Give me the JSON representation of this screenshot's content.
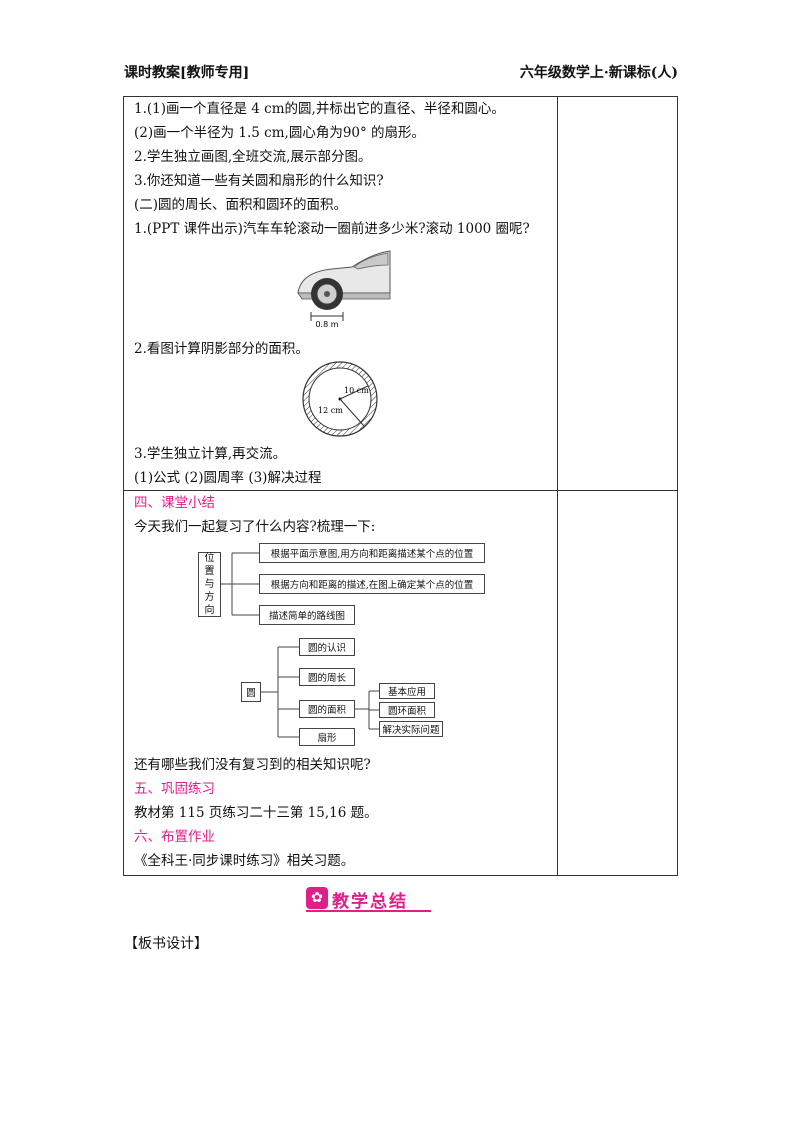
{
  "header": {
    "left": "课时教案[教师专用]",
    "right": "六年级数学上·新课标(人)"
  },
  "lines": {
    "l1": "1.(1)画一个直径是 4 cm的圆,并标出它的直径、半径和圆心。",
    "l2": "(2)画一个半径为 1.5 cm,圆心角为90° 的扇形。",
    "l3": "2.学生独立画图,全班交流,展示部分图。",
    "l4": "3.你还知道一些有关圆和扇形的什么知识?",
    "l5": "(二)圆的周长、面积和圆环的面积。",
    "l6": "1.(PPT 课件出示)汽车车轮滚动一圈前进多少米?滚动 1000 圈呢?",
    "l7": "2.看图计算阴影部分的面积。",
    "l8": "3.学生独立计算,再交流。",
    "l9": "(1)公式  (2)圆周率  (3)解决过程",
    "l10": "四、课堂小结",
    "l11": "今天我们一起复习了什么内容?梳理一下:",
    "l12": "还有哪些我们没有复习到的相关知识呢?",
    "l13": "五、巩固练习",
    "l14": "教材第 115 页练习二十三第 15,16 题。",
    "l15": "六、布置作业",
    "l16": "《全科王·同步课时练习》相关习题。"
  },
  "car_figure": {
    "label": "0.8 m"
  },
  "ring_figure": {
    "inner_label": "10 cm",
    "outer_label": "12 cm"
  },
  "mindmap1": {
    "root": [
      "位",
      "置",
      "与",
      "方",
      "向"
    ],
    "items": [
      "根据平面示意图,用方向和距离描述某个点的位置",
      "根据方向和距离的描述,在图上确定某个点的位置",
      "描述简单的路线图"
    ]
  },
  "mindmap2": {
    "root": "圆",
    "items": [
      "圆的认识",
      "圆的周长",
      "圆的面积",
      "扇形"
    ],
    "sub": [
      "基本应用",
      "圆环面积",
      "解决实际问题"
    ]
  },
  "banner": {
    "title": "教学总结"
  },
  "board": "【板书设计】",
  "colors": {
    "accent": "#e0208a"
  }
}
